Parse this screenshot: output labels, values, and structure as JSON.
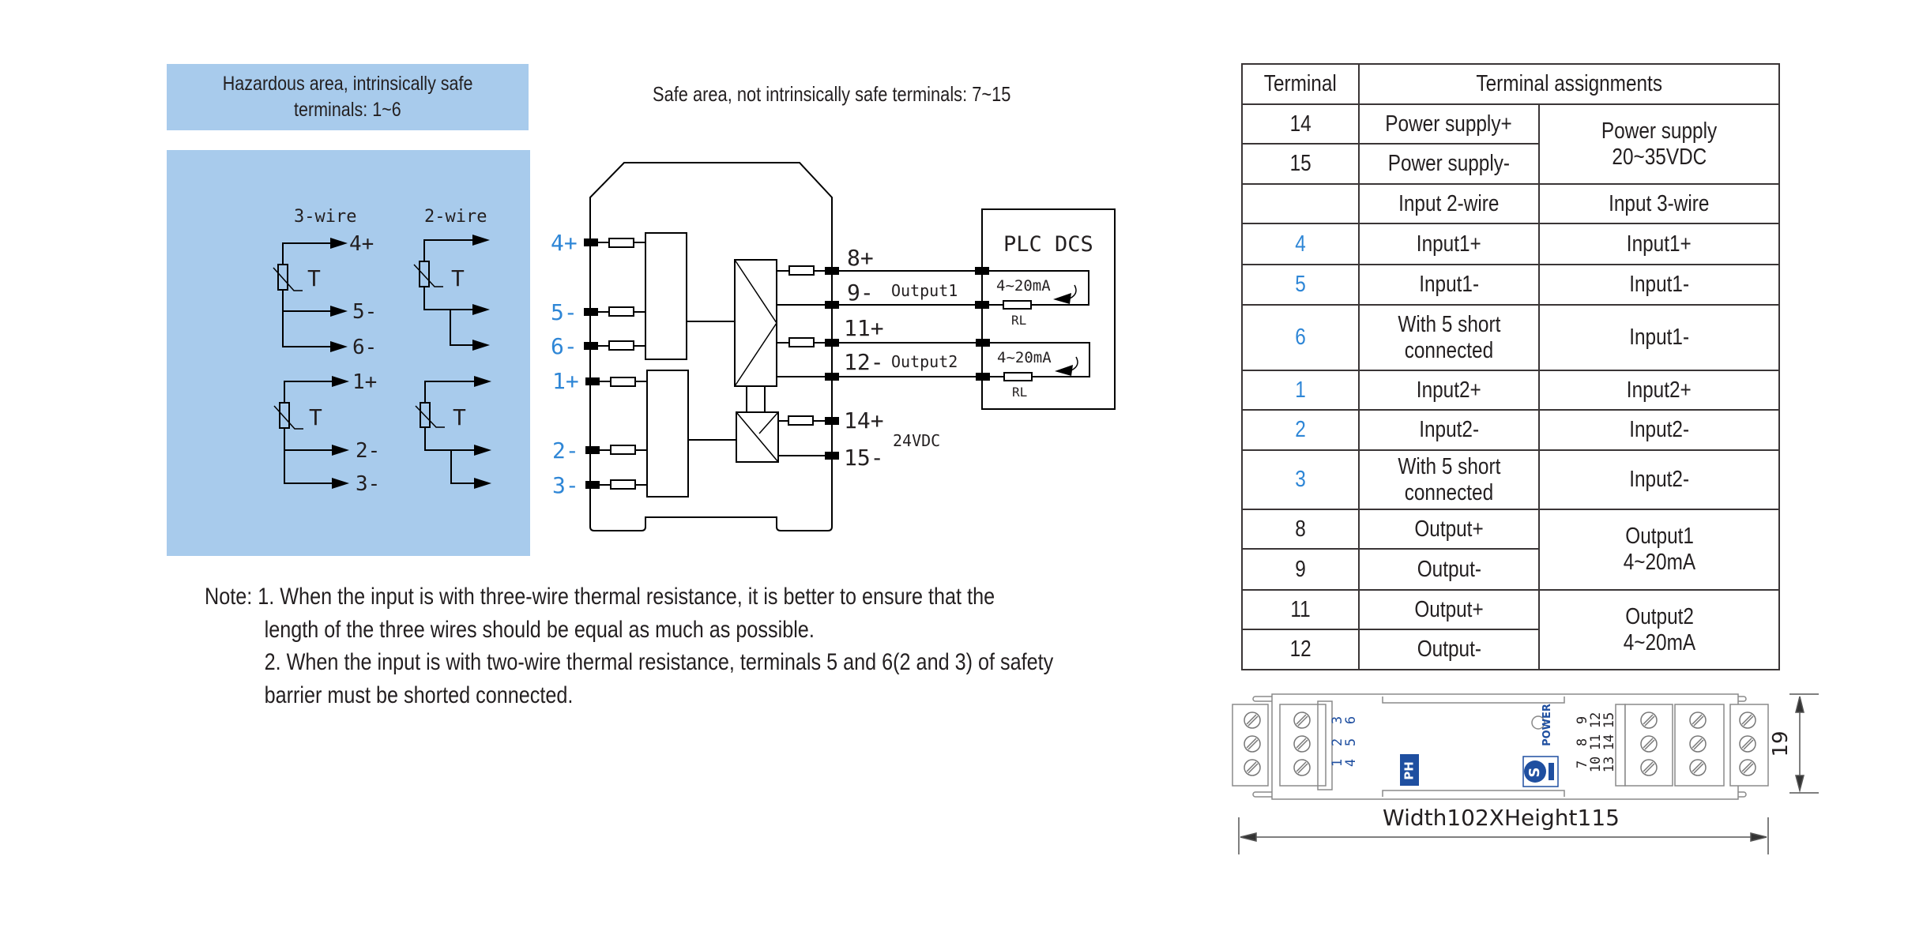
{
  "hazardous_area": {
    "title_line1": "Hazardous area, intrinsically safe",
    "title_line2": "terminals: 1~6",
    "wiring": {
      "three_wire_label": "3-wire",
      "two_wire_label": "2-wire",
      "resistor_label": "T",
      "channel1_terminals": [
        "4+",
        "5-",
        "6-"
      ],
      "channel2_terminals": [
        "1+",
        "2-",
        "3-"
      ]
    }
  },
  "safe_area": {
    "title": "Safe area, not intrinsically safe terminals: 7~15"
  },
  "barrier_diagram": {
    "input_terminals": [
      "4+",
      "5-",
      "6-",
      "1+",
      "2-",
      "3-"
    ],
    "output_terminals": [
      "8+",
      "9-",
      "11+",
      "12-",
      "14+",
      "15-"
    ],
    "output1_label": "Output1",
    "output2_label": "Output2",
    "supply_label": "24VDC",
    "plc": {
      "title": "PLC DCS",
      "loop1_current": "4~20mA",
      "loop2_current": "4~20mA",
      "load_label": "RL"
    },
    "input_terminal_color": "#2e86d6"
  },
  "notes": {
    "prefix": "Note:",
    "line1": "1. When the input is with three-wire thermal resistance, it is better to ensure that the",
    "line2": "length of the three wires should be equal as much as possible.",
    "line3": "2. When the input is with two-wire thermal resistance, terminals 5 and 6(2 and 3) of safety",
    "line4": "barrier must be shorted connected."
  },
  "terminal_table": {
    "header_terminal": "Terminal",
    "header_assignments": "Terminal assignments",
    "power_rows": [
      {
        "terminal": "14",
        "assignment": "Power supply+"
      },
      {
        "terminal": "15",
        "assignment": "Power supply-"
      }
    ],
    "power_group_line1": "Power supply",
    "power_group_line2": "20~35VDC",
    "input_subheader_2wire": "Input 2-wire",
    "input_subheader_3wire": "Input 3-wire",
    "input_rows": [
      {
        "terminal": "4",
        "two_wire": "Input1+",
        "three_wire": "Input1+"
      },
      {
        "terminal": "5",
        "two_wire": "Input1-",
        "three_wire": "Input1-"
      },
      {
        "terminal": "6",
        "two_wire_line1": "With 5 short",
        "two_wire_line2": "connected",
        "three_wire": "Input1-"
      },
      {
        "terminal": "1",
        "two_wire": "Input2+",
        "three_wire": "Input2+"
      },
      {
        "terminal": "2",
        "two_wire": "Input2-",
        "three_wire": "Input2-"
      },
      {
        "terminal": "3",
        "two_wire_line1": "With 5 short",
        "two_wire_line2": "connected",
        "three_wire": "Input2-"
      }
    ],
    "output_rows": [
      {
        "terminal": "8",
        "assignment": "Output+"
      },
      {
        "terminal": "9",
        "assignment": "Output-"
      },
      {
        "terminal": "11",
        "assignment": "Output+"
      },
      {
        "terminal": "12",
        "assignment": "Output-"
      }
    ],
    "output1_group_line1": "Output1",
    "output1_group_line2": "4~20mA",
    "output2_group_line1": "Output2",
    "output2_group_line2": "4~20mA"
  },
  "device": {
    "left_numbers_row1": [
      "1",
      "2",
      "3"
    ],
    "left_numbers_row2": [
      "4",
      "5",
      "6"
    ],
    "right_numbers_row1": [
      "7",
      "8",
      "9"
    ],
    "right_numbers_row2": [
      "10",
      "11",
      "12"
    ],
    "right_numbers_row3": [
      "13",
      "14",
      "15"
    ],
    "power_label": "POWER",
    "logo_left": "PH",
    "logo_right": "S",
    "width_dimension_label": "Width102XHeight115",
    "height_dimension_label": "19",
    "brand_color": "#1f4fa0"
  }
}
